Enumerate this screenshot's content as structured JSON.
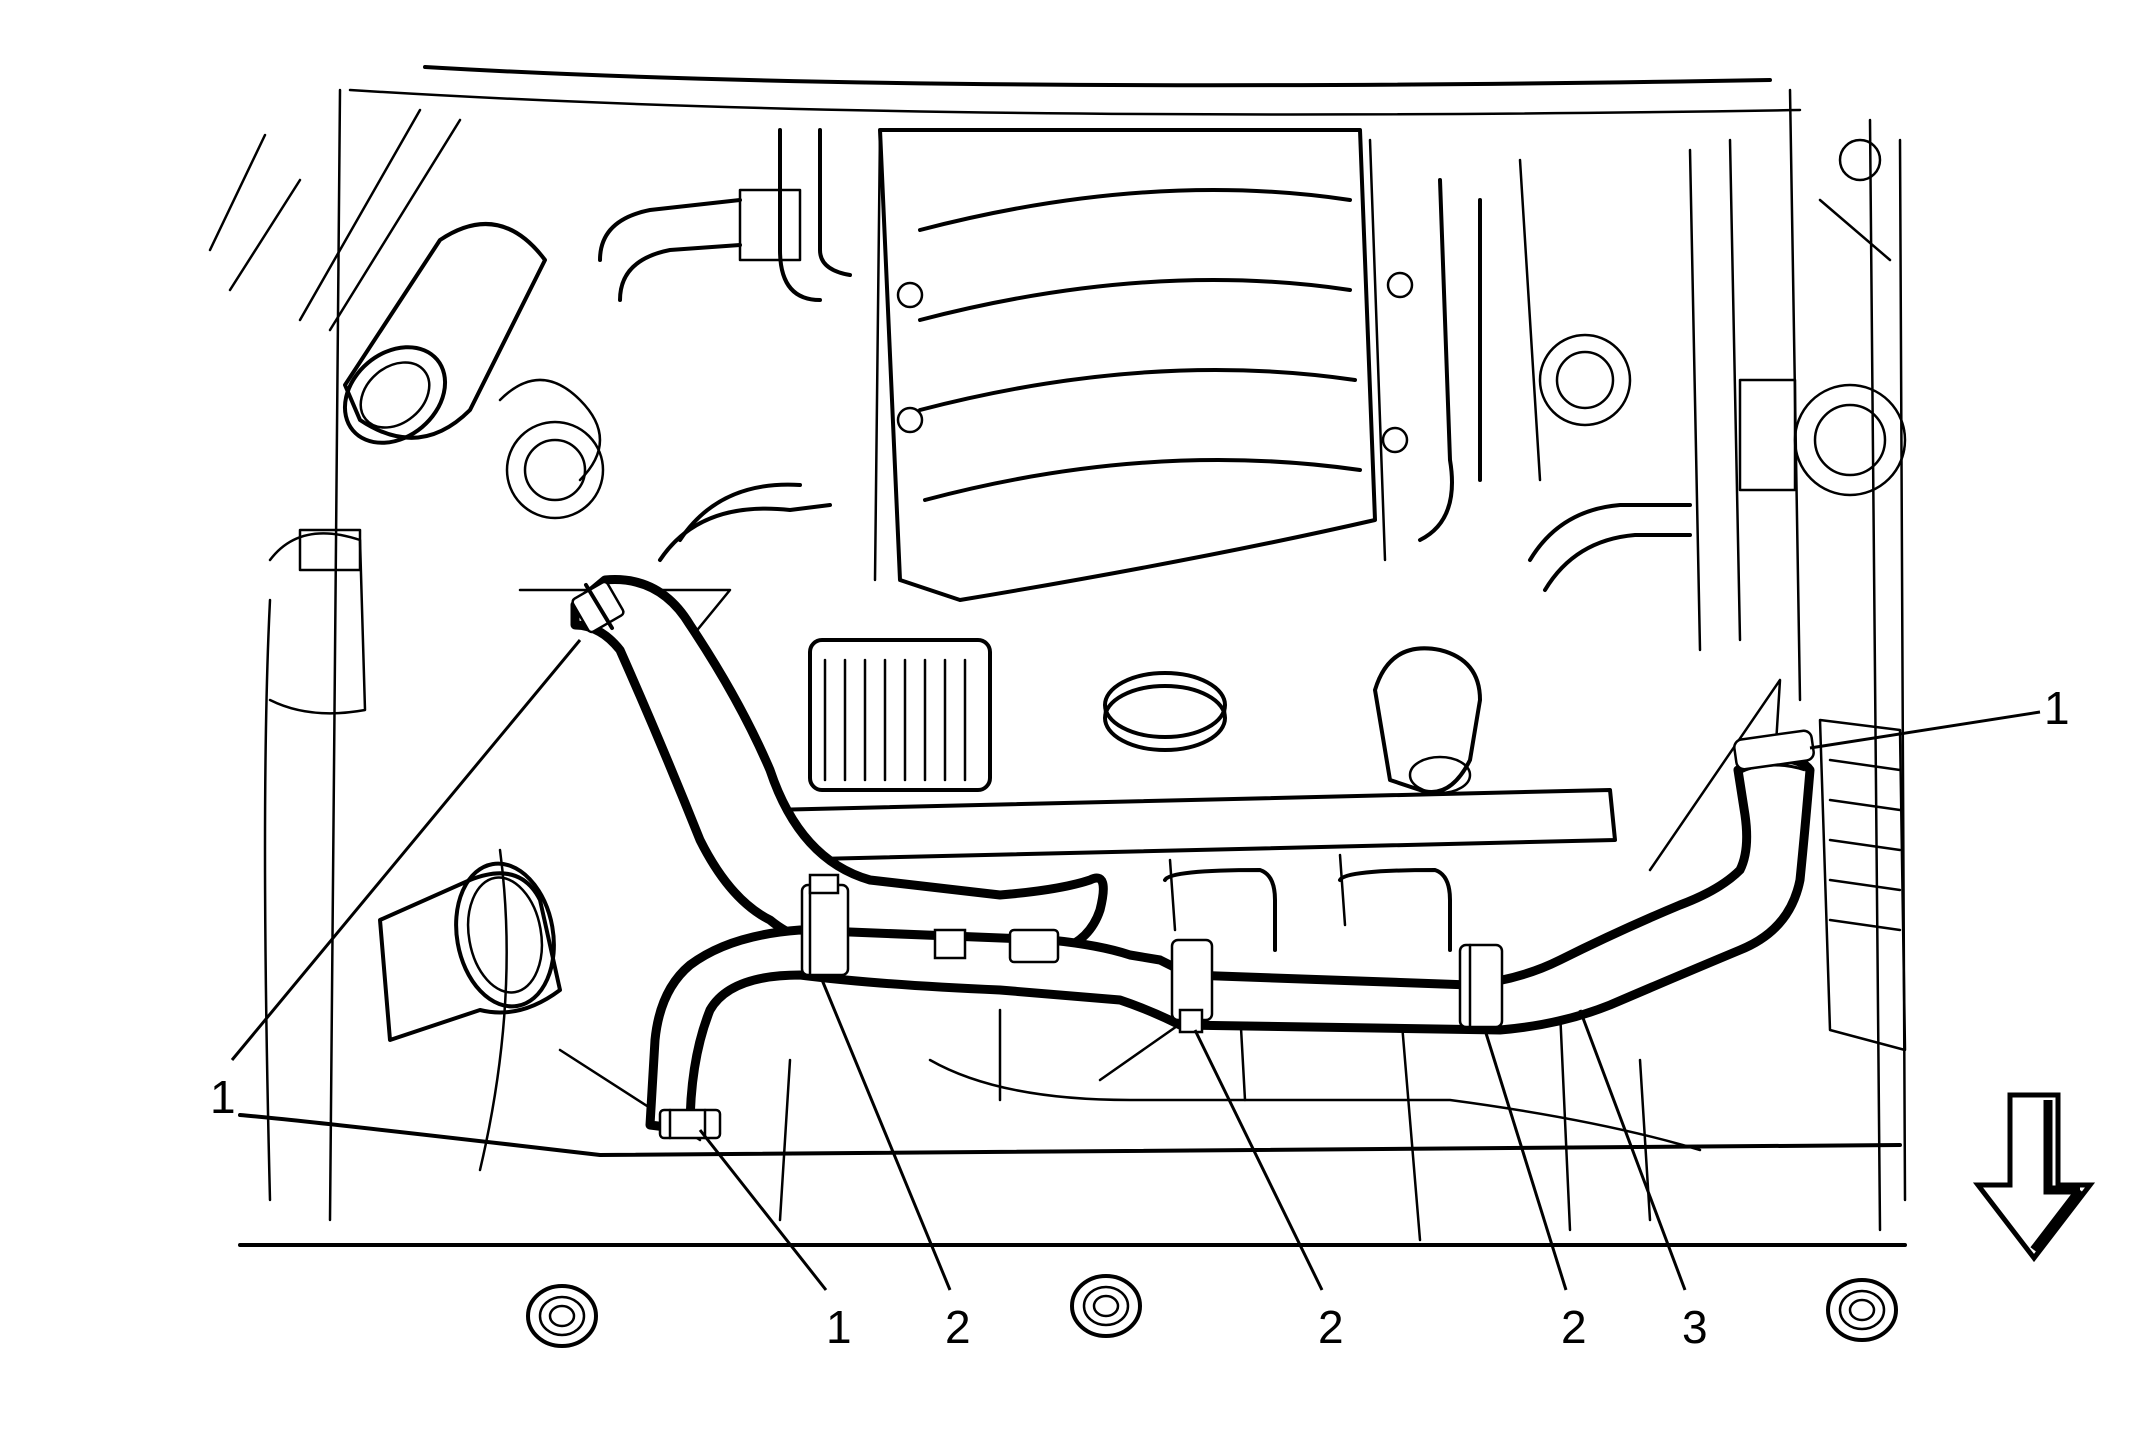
{
  "callouts": [
    {
      "id": "c1-left",
      "label": "1"
    },
    {
      "id": "c1-bottom",
      "label": "1"
    },
    {
      "id": "c2-a",
      "label": "2"
    },
    {
      "id": "c2-b",
      "label": "2"
    },
    {
      "id": "c2-c",
      "label": "2"
    },
    {
      "id": "c3",
      "label": "3"
    },
    {
      "id": "c1-right",
      "label": "1"
    }
  ],
  "direction_indicator": {
    "icon": "down-arrow-icon",
    "meaning": "vehicle front"
  }
}
